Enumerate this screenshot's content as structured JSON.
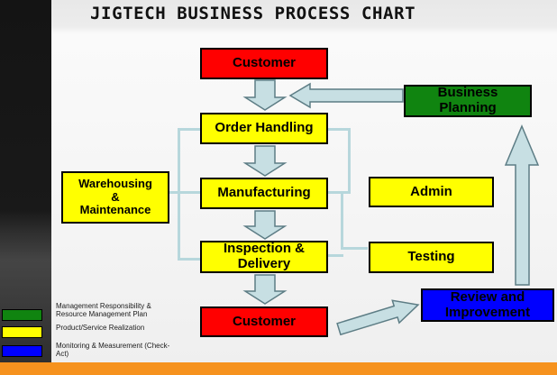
{
  "title": "JIGTECH BUSINESS PROCESS CHART",
  "nodes": {
    "customer_top": {
      "label": "Customer"
    },
    "business_planning": {
      "label": "Business\nPlanning"
    },
    "order_handling": {
      "label": "Order Handling"
    },
    "warehousing": {
      "label": "Warehousing\n&\nMaintenance"
    },
    "manufacturing": {
      "label": "Manufacturing"
    },
    "admin": {
      "label": "Admin"
    },
    "inspection_delivery": {
      "label": "Inspection &\nDelivery"
    },
    "testing": {
      "label": "Testing"
    },
    "customer_bottom": {
      "label": "Customer"
    },
    "review_improvement": {
      "label": "Review and\nImprovement"
    }
  },
  "legend": {
    "items": [
      {
        "color": "#108410",
        "text": "Management Responsibility &\nResource Management Plan"
      },
      {
        "color": "#ffff00",
        "text": "Product/Service Realization"
      },
      {
        "color": "#0000ff",
        "text": "Monitoring & Measurement (Check-\nAct)"
      }
    ]
  },
  "colors": {
    "customer_box": "#ff0000",
    "process_box": "#ffff00",
    "planning_box": "#108410",
    "review_box": "#0000ff",
    "arrow_fill": "#c7dfe3",
    "arrow_stroke": "#5d7d85",
    "connector_line": "#b7d7dc",
    "footer_bar": "#f6921e",
    "sidebar": "#1a1a1a"
  }
}
